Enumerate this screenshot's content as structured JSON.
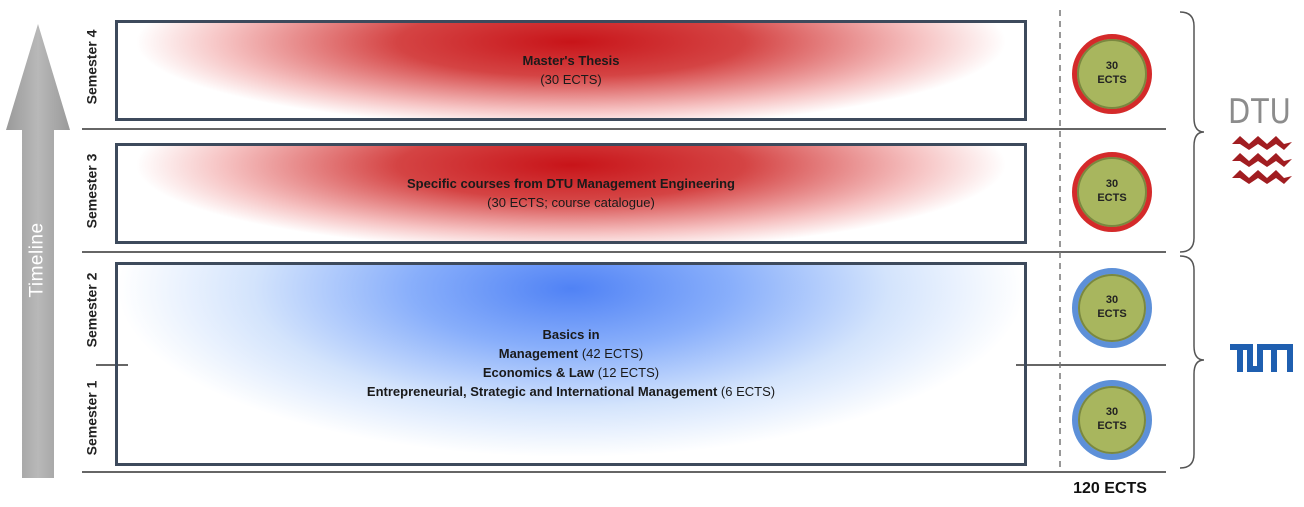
{
  "timeline": {
    "label": "Timeline"
  },
  "semesters": [
    {
      "label": "Semester 4"
    },
    {
      "label": "Semester 3"
    },
    {
      "label": "Semester 2"
    },
    {
      "label": "Semester 1"
    }
  ],
  "courses": {
    "thesis": {
      "title": "Master's Thesis",
      "detail": "(30 ECTS)"
    },
    "dtu_specific": {
      "title": "Specific courses from DTU Management Engineering",
      "detail": "(30 ECTS; course catalogue)"
    },
    "basics": {
      "line1": "Basics in",
      "line2_bold": "Management",
      "line2_rest": " (42 ECTS)",
      "line3_bold": "Economics & Law",
      "line3_rest": " (12 ECTS)",
      "line4_bold": "Entrepreneurial, Strategic and International Management",
      "line4_rest": " (6 ECTS)"
    }
  },
  "credits": [
    {
      "value": "30",
      "unit": "ECTS",
      "institution": "DTU",
      "color": "#d42a2a"
    },
    {
      "value": "30",
      "unit": "ECTS",
      "institution": "DTU",
      "color": "#d42a2a"
    },
    {
      "value": "30",
      "unit": "ECTS",
      "institution": "TUM",
      "color": "#5d90d8"
    },
    {
      "value": "30",
      "unit": "ECTS",
      "institution": "TUM",
      "color": "#5d90d8"
    }
  ],
  "total": {
    "label": "120 ECTS"
  },
  "logos": {
    "dtu": {
      "text": "DTU",
      "color": "#8c8c8c",
      "accent": "#a11d21"
    },
    "tum": {
      "text": "TUM",
      "color": "#1f5fb0"
    }
  }
}
